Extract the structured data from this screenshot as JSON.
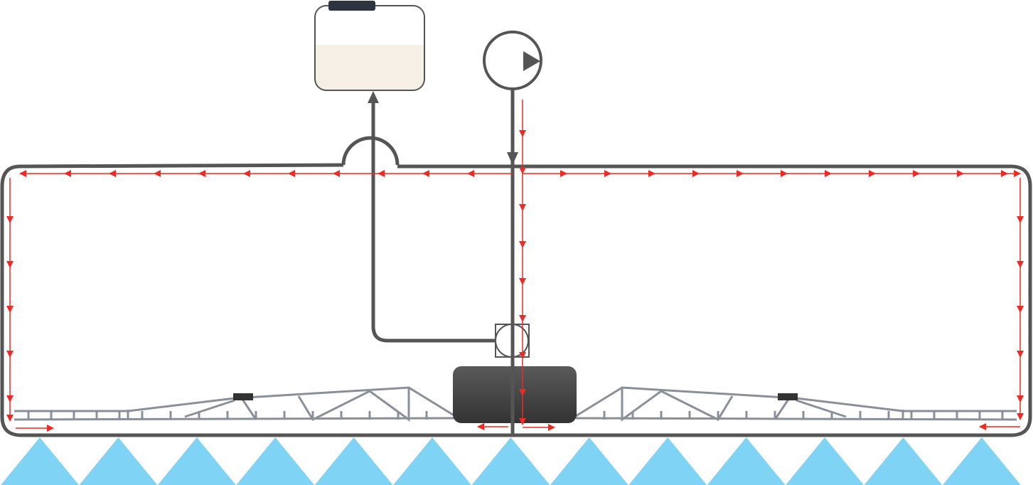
{
  "diagram": {
    "type": "sprayer-circulation-schematic",
    "components": [
      "tank",
      "pump",
      "valve",
      "control-unit",
      "boom-left",
      "boom-right",
      "circulation-loop",
      "return-line",
      "spray-nozzles"
    ],
    "nozzle_count": 13,
    "colors": {
      "pipe": "#555555",
      "flow_arrow": "#ee2a24",
      "tank_liquid": "#f5efe6",
      "tank_cap": "#2e3440",
      "spray": "#7fd4f5",
      "boom": "#8a9099",
      "control_box_top": "#5a5a5a",
      "control_box_bottom": "#333333"
    }
  }
}
